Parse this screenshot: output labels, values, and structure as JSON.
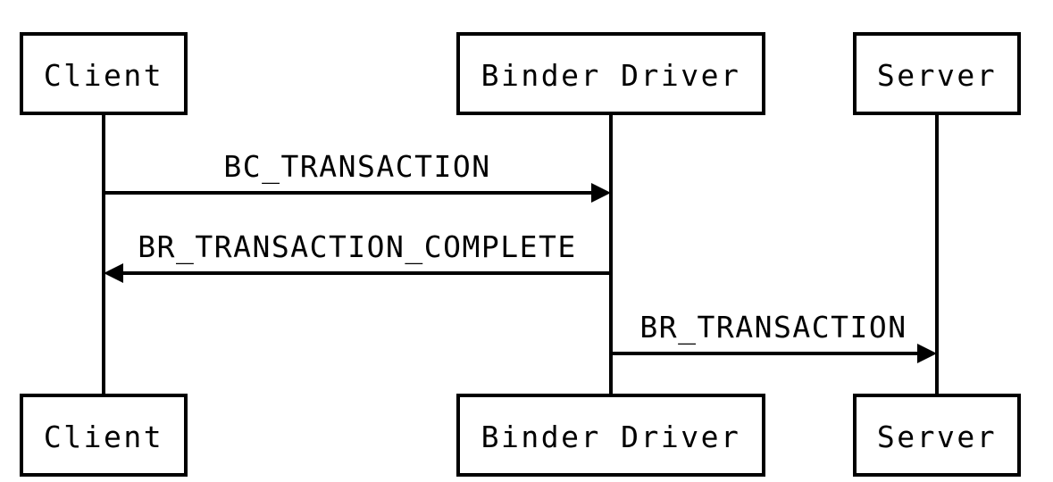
{
  "participants": {
    "client": {
      "label": "Client"
    },
    "binder": {
      "label": "Binder Driver"
    },
    "server": {
      "label": "Server"
    }
  },
  "messages": [
    {
      "from": "client",
      "to": "binder",
      "label": "BC_TRANSACTION"
    },
    {
      "from": "binder",
      "to": "client",
      "label": "BR_TRANSACTION_COMPLETE"
    },
    {
      "from": "binder",
      "to": "server",
      "label": "BR_TRANSACTION"
    }
  ],
  "colors": {
    "stroke": "#000000",
    "background": "#ffffff"
  }
}
